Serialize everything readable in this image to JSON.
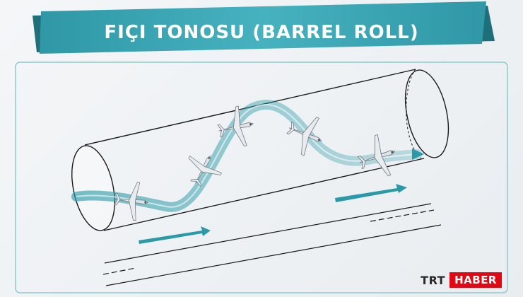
{
  "title": "FIÇI TONOSU (BARREL ROLL)",
  "logo": {
    "part1": "TRT",
    "part2": "HABER"
  },
  "colors": {
    "banner": "#3ea6b4",
    "banner_dark": "#1f6f7a",
    "accent": "#2a9aa8",
    "frame": "#8cc9cf",
    "line": "#1b1b1b",
    "aircraft": "#dde2e6",
    "brand_red": "#e30613"
  },
  "icons": [
    "drone-icon",
    "arrow-right-icon"
  ]
}
